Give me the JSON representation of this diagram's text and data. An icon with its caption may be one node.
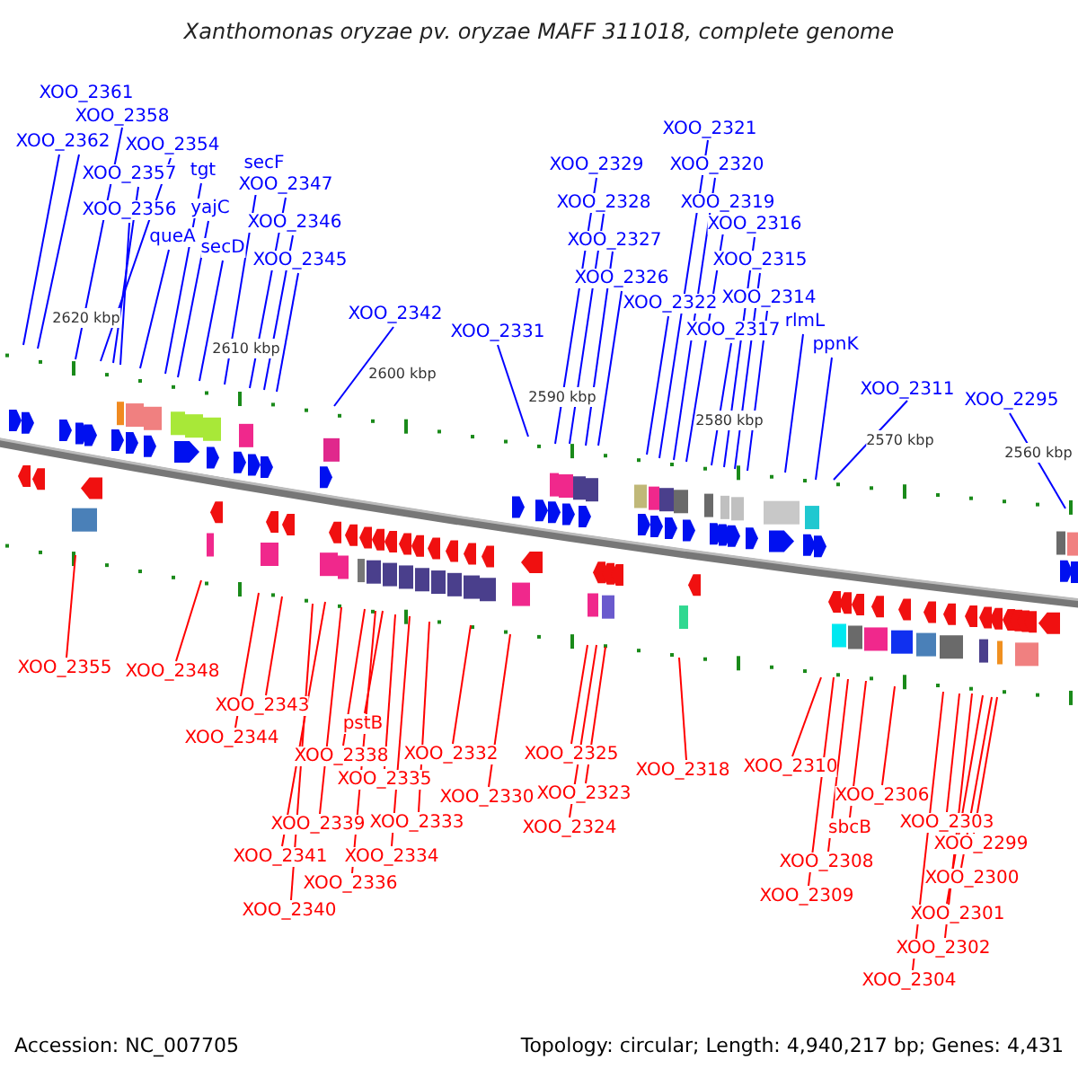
{
  "diagram": {
    "title": "Xanthomonas oryzae pv. oryzae MAFF 311018, complete genome",
    "nodes": [
      {
        "text": [
          "XOO_2361"
        ]
      },
      {
        "text": [
          "XOO_2358"
        ]
      },
      {
        "text": [
          "XOO_2362"
        ]
      },
      {
        "text": [
          "XOO_2354"
        ]
      },
      {
        "text": [
          "XOO_2357"
        ]
      },
      {
        "text": [
          "tgt"
        ]
      },
      {
        "text": [
          "XOO_2356"
        ]
      },
      {
        "text": [
          "yajC"
        ]
      },
      {
        "text": [
          "queA"
        ]
      },
      {
        "text": [
          "secD"
        ]
      },
      {
        "text": [
          "secF"
        ]
      },
      {
        "text": [
          "XOO_2347"
        ]
      },
      {
        "text": [
          "XOO_2346"
        ]
      },
      {
        "text": [
          "XOO_2345"
        ]
      },
      {
        "text": [
          "XOO_2342"
        ]
      },
      {
        "text": [
          "XOO_2331"
        ]
      },
      {
        "text": [
          "XOO_2321"
        ]
      },
      {
        "text": [
          "XOO_2329"
        ]
      },
      {
        "text": [
          "XOO_2320"
        ]
      },
      {
        "text": [
          "XOO_2328"
        ]
      },
      {
        "text": [
          "XOO_2319"
        ]
      },
      {
        "text": [
          "XOO_2327"
        ]
      },
      {
        "text": [
          "XOO_2316"
        ]
      },
      {
        "text": [
          "XOO_2326"
        ]
      },
      {
        "text": [
          "XOO_2315"
        ]
      },
      {
        "text": [
          "XOO_2322"
        ]
      },
      {
        "text": [
          "XOO_2314"
        ]
      },
      {
        "text": [
          "XOO_2317"
        ]
      },
      {
        "text": [
          "rlmL"
        ]
      },
      {
        "text": [
          "ppnK"
        ]
      },
      {
        "text": [
          "XOO_2311"
        ]
      },
      {
        "text": [
          "XOO_2295"
        ]
      },
      {
        "text": [
          "XOO_2355"
        ]
      },
      {
        "text": [
          "XOO_2348"
        ]
      },
      {
        "text": [
          "XOO_2343"
        ]
      },
      {
        "text": [
          "XOO_2344"
        ]
      },
      {
        "text": [
          "pstB"
        ]
      },
      {
        "text": [
          "XOO_2338"
        ]
      },
      {
        "text": [
          "XOO_2332"
        ]
      },
      {
        "text": [
          "XOO_2335"
        ]
      },
      {
        "text": [
          "XOO_2330"
        ]
      },
      {
        "text": [
          "XOO_2339"
        ]
      },
      {
        "text": [
          "XOO_2333"
        ]
      },
      {
        "text": [
          "XOO_2341"
        ]
      },
      {
        "text": [
          "XOO_2334"
        ]
      },
      {
        "text": [
          "XOO_2336"
        ]
      },
      {
        "text": [
          "XOO_2340"
        ]
      },
      {
        "text": [
          "XOO_2325"
        ]
      },
      {
        "text": [
          "XOO_2323"
        ]
      },
      {
        "text": [
          "XOO_2324"
        ]
      },
      {
        "text": [
          "XOO_2318"
        ]
      },
      {
        "text": [
          "XOO_2310"
        ]
      },
      {
        "text": [
          "XOO_2306"
        ]
      },
      {
        "text": [
          "sbcB"
        ]
      },
      {
        "text": [
          "XOO_2308"
        ]
      },
      {
        "text": [
          "XOO_2309"
        ]
      },
      {
        "text": [
          "XOO_2303"
        ]
      },
      {
        "text": [
          "XOO_2299"
        ]
      },
      {
        "text": [
          "XOO_2300"
        ]
      },
      {
        "text": [
          "XOO_2301"
        ]
      },
      {
        "text": [
          "XOO_2302"
        ]
      },
      {
        "text": [
          "XOO_2304"
        ]
      }
    ],
    "edges": [
      {
        "from": 0,
        "to": null,
        "arrow": "none"
      },
      {
        "from": 1,
        "to": null,
        "arrow": "none"
      },
      {
        "from": 2,
        "to": null,
        "arrow": "none"
      },
      {
        "from": 3,
        "to": null,
        "arrow": "none"
      },
      {
        "from": 4,
        "to": null,
        "arrow": "none"
      },
      {
        "from": 5,
        "to": null,
        "arrow": "none"
      },
      {
        "from": 6,
        "to": null,
        "arrow": "none"
      },
      {
        "from": 7,
        "to": null,
        "arrow": "none"
      },
      {
        "from": 8,
        "to": null,
        "arrow": "none"
      },
      {
        "from": 9,
        "to": null,
        "arrow": "none"
      },
      {
        "from": 10,
        "to": null,
        "arrow": "none"
      },
      {
        "from": 11,
        "to": null,
        "arrow": "none"
      },
      {
        "from": 12,
        "to": null,
        "arrow": "none"
      },
      {
        "from": 13,
        "to": null,
        "arrow": "none"
      },
      {
        "from": 14,
        "to": null,
        "arrow": "none"
      },
      {
        "from": 15,
        "to": null,
        "arrow": "none"
      },
      {
        "from": 16,
        "to": null,
        "arrow": "none"
      },
      {
        "from": 17,
        "to": null,
        "arrow": "none"
      },
      {
        "from": 18,
        "to": null,
        "arrow": "none"
      },
      {
        "from": 19,
        "to": null,
        "arrow": "none"
      },
      {
        "from": 20,
        "to": null,
        "arrow": "none"
      },
      {
        "from": 21,
        "to": null,
        "arrow": "none"
      },
      {
        "from": 22,
        "to": null,
        "arrow": "none"
      },
      {
        "from": 23,
        "to": null,
        "arrow": "none"
      },
      {
        "from": 24,
        "to": null,
        "arrow": "none"
      },
      {
        "from": 25,
        "to": null,
        "arrow": "none"
      },
      {
        "from": 26,
        "to": null,
        "arrow": "none"
      },
      {
        "from": 27,
        "to": null,
        "arrow": "none"
      },
      {
        "from": 28,
        "to": null,
        "arrow": "none"
      },
      {
        "from": 29,
        "to": null,
        "arrow": "none"
      },
      {
        "from": 30,
        "to": null,
        "arrow": "none"
      },
      {
        "from": 31,
        "to": null,
        "arrow": "none"
      },
      {
        "from": 32,
        "to": null,
        "arrow": "none",
        "color": "#ff0000"
      },
      {
        "from": 33,
        "to": null,
        "arrow": "none",
        "color": "#ff0000"
      },
      {
        "from": 34,
        "to": null,
        "arrow": "none",
        "color": "#ff0000"
      },
      {
        "from": 35,
        "to": null,
        "arrow": "none",
        "color": "#ff0000"
      },
      {
        "from": 36,
        "to": null,
        "arrow": "none",
        "color": "#ff0000"
      },
      {
        "from": 37,
        "to": null,
        "arrow": "none",
        "color": "#ff0000"
      },
      {
        "from": 38,
        "to": null,
        "arrow": "none",
        "color": "#ff0000"
      },
      {
        "from": 39,
        "to": null,
        "arrow": "none",
        "color": "#ff0000"
      },
      {
        "from": 40,
        "to": null,
        "arrow": "none",
        "color": "#ff0000"
      },
      {
        "from": 41,
        "to": null,
        "arrow": "none",
        "color": "#ff0000"
      },
      {
        "from": 42,
        "to": null,
        "arrow": "none",
        "color": "#ff0000"
      },
      {
        "from": 43,
        "to": null,
        "arrow": "none",
        "color": "#ff0000"
      },
      {
        "from": 44,
        "to": null,
        "arrow": "none",
        "color": "#ff0000"
      },
      {
        "from": 45,
        "to": null,
        "arrow": "none",
        "color": "#ff0000"
      },
      {
        "from": 46,
        "to": null,
        "arrow": "none",
        "color": "#ff0000"
      },
      {
        "from": 47,
        "to": null,
        "arrow": "none",
        "color": "#ff0000"
      },
      {
        "from": 48,
        "to": null,
        "arrow": "none",
        "color": "#ff0000"
      },
      {
        "from": 49,
        "to": null,
        "arrow": "none",
        "color": "#ff0000"
      },
      {
        "from": 50,
        "to": null,
        "arrow": "none",
        "color": "#ff0000"
      },
      {
        "from": 51,
        "to": null,
        "arrow": "none",
        "color": "#ff0000"
      },
      {
        "from": 52,
        "to": null,
        "arrow": "none",
        "color": "#ff0000"
      },
      {
        "from": 53,
        "to": null,
        "arrow": "none",
        "color": "#ff0000"
      },
      {
        "from": 54,
        "to": null,
        "arrow": "none",
        "color": "#ff0000"
      },
      {
        "from": 55,
        "to": null,
        "arrow": "none",
        "color": "#ff0000"
      },
      {
        "from": 56,
        "to": null,
        "arrow": "none",
        "color": "#ff0000"
      },
      {
        "from": 57,
        "to": null,
        "arrow": "none",
        "color": "#ff0000"
      },
      {
        "from": 58,
        "to": null,
        "arrow": "none",
        "color": "#ff0000"
      },
      {
        "from": 59,
        "to": null,
        "arrow": "none",
        "color": "#ff0000"
      },
      {
        "from": 60,
        "to": null,
        "arrow": "none",
        "color": "#ff0000"
      },
      {
        "from": 61,
        "to": null,
        "arrow": "none",
        "color": "#ff0000"
      }
    ],
    "labels": [
      "2620 kbp",
      "2610 kbp",
      "2600 kbp",
      "2590 kbp",
      "2580 kbp",
      "2570 kbp",
      "2560 kbp",
      "Accession: NC_007705",
      "Topology: circular; Length: 4,940,217 bp; Genes: 4,431"
    ]
  }
}
